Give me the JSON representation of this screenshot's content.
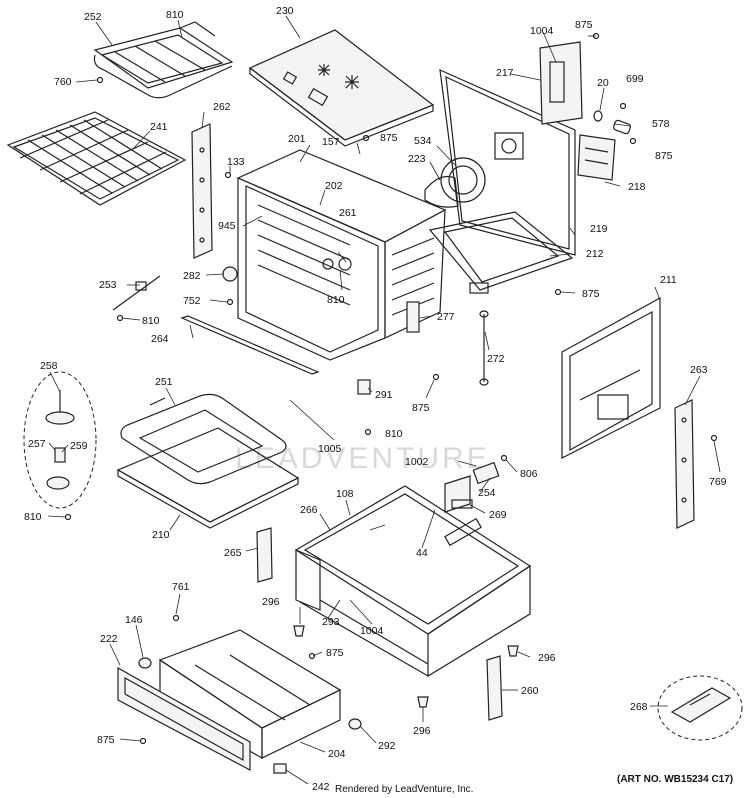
{
  "watermark": "LEADVENTURE",
  "footer": {
    "rendered_by": "Rendered by LeadVenture, Inc.",
    "art_no": "(ART NO. WB15234 C17)"
  },
  "callouts": [
    "252",
    "810",
    "230",
    "1004",
    "875",
    "217",
    "20",
    "699",
    "760",
    "262",
    "241",
    "157",
    "875",
    "534",
    "578",
    "201",
    "223",
    "875",
    "133",
    "202",
    "218",
    "945",
    "261",
    "219",
    "212",
    "282",
    "253",
    "752",
    "810",
    "211",
    "875",
    "810",
    "277",
    "264",
    "272",
    "258",
    "251",
    "291",
    "263",
    "875",
    "257",
    "259",
    "810",
    "1005",
    "1002",
    "806",
    "769",
    "254",
    "108",
    "266",
    "269",
    "810",
    "210",
    "44",
    "265",
    "761",
    "296",
    "293",
    "1004",
    "146",
    "222",
    "875",
    "296",
    "260",
    "268",
    "875",
    "292",
    "296",
    "204",
    "242"
  ]
}
